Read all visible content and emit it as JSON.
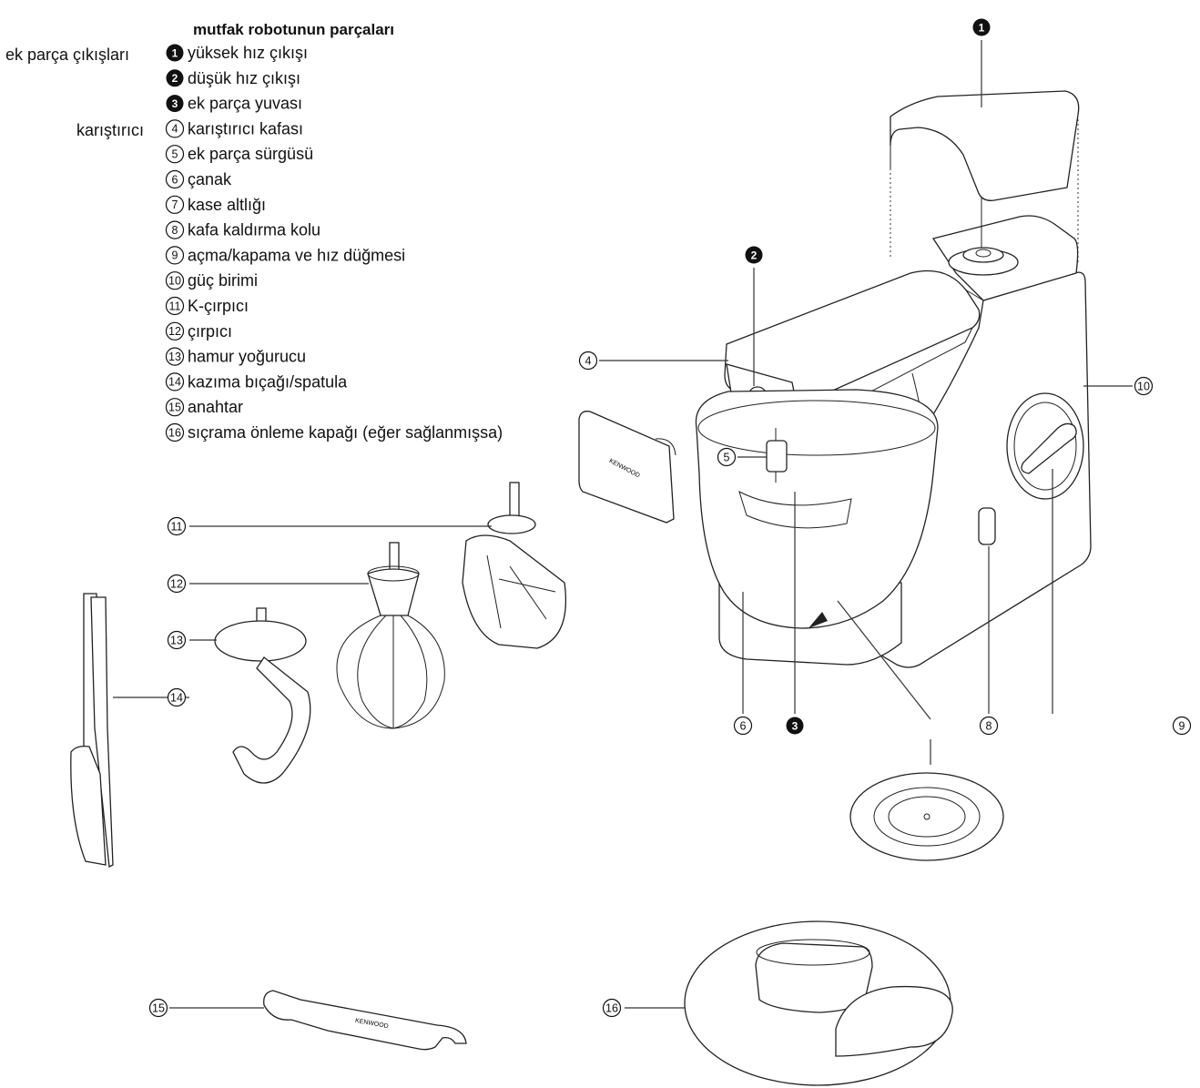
{
  "title": "mutfak robotunun parçaları",
  "groups": {
    "outlets": "ek parça çıkışları",
    "mixer": "karıştırıcı"
  },
  "parts": [
    {
      "num": "1",
      "style": "filled",
      "label": "yüksek hız çıkışı"
    },
    {
      "num": "2",
      "style": "filled",
      "label": "düşük hız çıkışı"
    },
    {
      "num": "3",
      "style": "filled",
      "label": "ek parça yuvası"
    },
    {
      "num": "4",
      "style": "outline",
      "label": "karıştırıcı kafası"
    },
    {
      "num": "5",
      "style": "outline",
      "label": "ek parça sürgüsü"
    },
    {
      "num": "6",
      "style": "outline",
      "label": "çanak"
    },
    {
      "num": "7",
      "style": "outline",
      "label": "kase altlığı"
    },
    {
      "num": "8",
      "style": "outline",
      "label": "kafa kaldırma kolu"
    },
    {
      "num": "9",
      "style": "outline",
      "label": "açma/kapama ve hız düğmesi"
    },
    {
      "num": "10",
      "style": "outline",
      "label": "güç birimi"
    },
    {
      "num": "11",
      "style": "outline",
      "label": "K-çırpıcı"
    },
    {
      "num": "12",
      "style": "outline",
      "label": "çırpıcı"
    },
    {
      "num": "13",
      "style": "outline",
      "label": "hamur yoğurucu"
    },
    {
      "num": "14",
      "style": "outline",
      "label": "kazıma bıçağı/spatula"
    },
    {
      "num": "15",
      "style": "outline",
      "label": "anahtar"
    },
    {
      "num": "16",
      "style": "outline",
      "label": "sıçrama önleme kapağı (eğer sağlanmışsa)"
    }
  ],
  "brand": "KENWOOD",
  "colors": {
    "ink": "#111111",
    "background": "#ffffff"
  }
}
